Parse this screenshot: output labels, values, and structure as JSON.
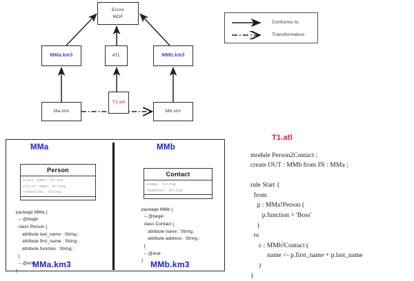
{
  "diagram": {
    "nodes": {
      "ecore": "Ecore\nMOF",
      "ecore_line1": "Ecore",
      "ecore_line2": "MOF",
      "mma_km3": "MMa.km3",
      "atl": "ATL",
      "mmb_km3": "MMb.km3",
      "t1_atl": "T1.atl",
      "ma_xmi": "Ma.xmi",
      "mb_xmi": "Mb.xmi"
    }
  },
  "legend": {
    "conforms_label": "Conforms to",
    "transformation_label": "Transformation",
    "conforms_icon": "solid-arrow-icon",
    "transformation_icon": "dash-dot-arrow-icon"
  },
  "km3_panel": {
    "left": {
      "title": "MMa",
      "file_label": "MMa.km3",
      "uml": {
        "class_name": "Person",
        "attributes": [
          "+last_name: String",
          "+first_name: String",
          "+function: String"
        ]
      },
      "code": "package MMa {\n  -- @begin\n  class Person {\n     attribute last_name : String ;\n     attribute first_name : String ;\n     attribute function : String ;\n  }\n  -- @end\n}"
    },
    "right": {
      "title": "MMb",
      "file_label": "MMb.km3",
      "uml": {
        "class_name": "Contact",
        "attributes": [
          "+name: String",
          "+address: String"
        ]
      },
      "code": "package MMb {\n  -- @begin\n  class Contact {\n     attribute name : String ;\n     attribute address : String ;\n  }\n  -- @end\n}"
    }
  },
  "atl_panel": {
    "title": "T1.atl",
    "code": "module Person2Contact ;\ncreate OUT : MMb from IN : MMa ;\n\nrule Start {\n  from\n    p : MMa!Person (\n       p.function = 'Boss'\n    )\n  to\n     c : MMb!Contact (\n          name <- p.first_name + p.last_name\n     )\n}"
  },
  "colors": {
    "blue_label": "#1c1ce0",
    "node_blue": "#4a3bd4",
    "red_accent": "#e8132b",
    "node_red": "#ef4b5a",
    "stroke": "#2b2b2b",
    "attr_gray": "#9a9a9a"
  }
}
